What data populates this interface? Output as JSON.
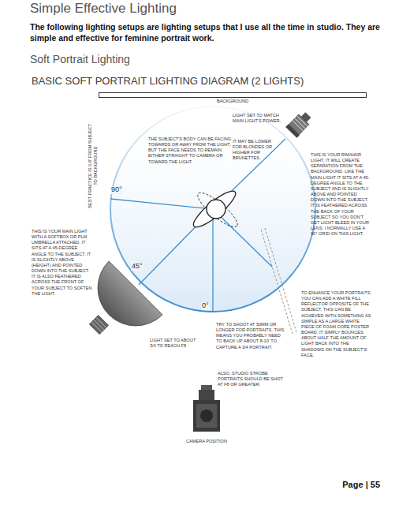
{
  "diagram": {
    "title": "BASIC SOFT PORTRAIT LIGHTING DIAGRAM (2 LIGHTS)",
    "nodes": [
      {
        "text": [
          "BACKGROUND"
        ]
      }
    ],
    "labels": [
      "Simple Effective Lighting",
      "The following lighting setups are lighting setups that I use all the time in studio. They are simple and effective for feminine portrait work.",
      "Soft Portrait Lighting",
      "BEST PRACTICE IS 6-8' FROM SUBJECT TO BACKGROUND",
      "LIGHT SET TO MATCH MAIN LIGHT'S POWER.",
      "IT MAY BE LOWER FOR BLONDES OR HIGHER FOR BRUNETTES.",
      "THE SUBJECT'S BODY CAN BE FACING TOWARDS OR AWAY FROM THE LIGHT, BUT THE FACE NEEDS TO REMAIN EITHER STRAIGHT TO CAMERA OR TOWARD THE LIGHT.",
      "THIS IS YOUR RIM/HAIR LIGHT. IT WILL CREATE SEPARATION FROM THE BACKGROUND. LIKE THE MAIN LIGHT IT SITS AT A 45-DEGREE ANGLE TO THE SUBJECT AND IS SLIGHTLY ABOVE AND POINTED DOWN INTO THE SUBJECT. IT IS FEATHERED ACROSS THE BACK OF YOUR SUBJECT SO YOU DON'T GET LIGHT BLEED IN YOUR LENS. I NORMALLY USE A 30° GRID ON THIS LIGHT.",
      "90°",
      "45°",
      "0°",
      "THIS IS YOUR MAIN LIGHT WITH A SOFTBOX OR PLM UMBRELLA ATTACHED. IT SITS AT A 45-DEGREE ANGLE TO THE SUBJECT. IT IS SLIGHTLY ABOVE (HEIGHT) AND POINTED DOWN INTO THE SUBJECT. IT IS ALSO FEATHERED ACROSS THE FRONT OF YOUR SUBJECT TO SOFTEN THE LIGHT.",
      "TO ENHANCE YOUR PORTRAITS YOU CAN ADD A WHITE FILL REFLECTOR OPPOSITE OF THE SUBJECT. THIS CAN BE ACHIEVED WITH SOMETHING AS SIMPLE AS A LARGE WHITE PIECE OF FOAM CORE POSTER BOARD. IT SIMPLY BOUNCES ABOUT HALF THE AMOUNT OF LIGHT BACK INTO THE SHADOWS ON THE SUBJECT'S FACE.",
      "LIGHT SET TO ABOUT 3/4 TO REACH F8",
      "TRY TO SHOOT AT 50MM OR LONGER FOR PORTRAITS. THIS MEANS YOU PROBABLY NEED TO BACK UP ABOUT 8-10' TO CAPTURE A 3/4 PORTRAIT.",
      "ALSO, STUDIO STROBE PORTRAITS SHOULD BE SHOT AT F8 OR GREATER.",
      "CAMERA POSITION",
      "Page | 55"
    ]
  }
}
